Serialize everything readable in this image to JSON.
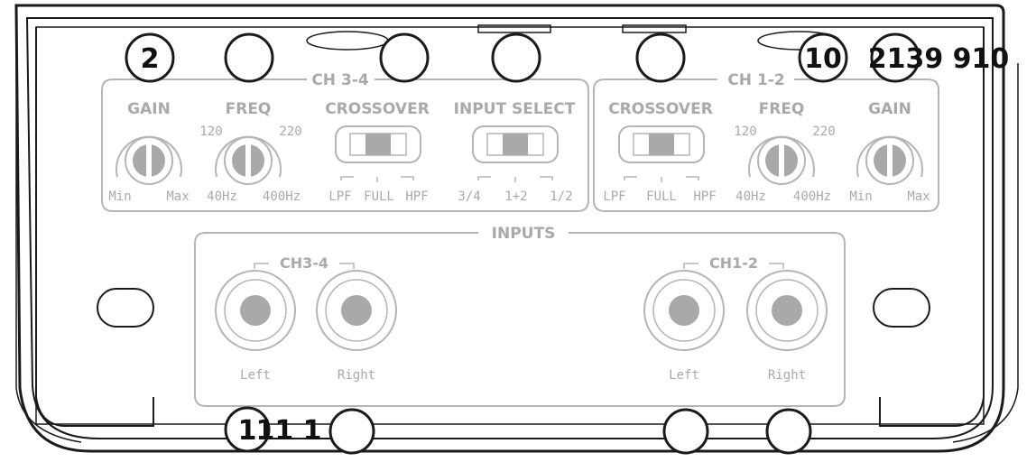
{
  "sections": {
    "ch34_title": "CH 3-4",
    "ch12_title": "CH 1-2",
    "inputs_title": "INPUTS"
  },
  "ch34": {
    "gain_label": "GAIN",
    "gain_min": "Min",
    "gain_max": "Max",
    "freq_label": "FREQ",
    "freq_120": "120",
    "freq_220": "220",
    "freq_40": "40Hz",
    "freq_400": "400Hz",
    "crossover_label": "CROSSOVER",
    "crossover_lpf": "LPF",
    "crossover_full": "FULL",
    "crossover_hpf": "HPF",
    "input_select_label": "INPUT SELECT",
    "input_34": "3/4",
    "input_12sum": "1+2",
    "input_12": "1/2"
  },
  "ch12": {
    "crossover_label": "CROSSOVER",
    "crossover_lpf": "LPF",
    "crossover_full": "FULL",
    "crossover_hpf": "HPF",
    "freq_label": "FREQ",
    "freq_120": "120",
    "freq_220": "220",
    "freq_40": "40Hz",
    "freq_400": "400Hz",
    "gain_label": "GAIN",
    "gain_min": "Min",
    "gain_max": "Max"
  },
  "inputs": {
    "ch34_label": "CH3-4",
    "ch12_label": "CH1-2",
    "left": "Left",
    "right": "Right"
  },
  "callouts": {
    "top_left": "2",
    "top_right_10": "10",
    "top_right_group": "2139 910",
    "bottom_left": "1",
    "bottom_left_2": "11 1"
  }
}
